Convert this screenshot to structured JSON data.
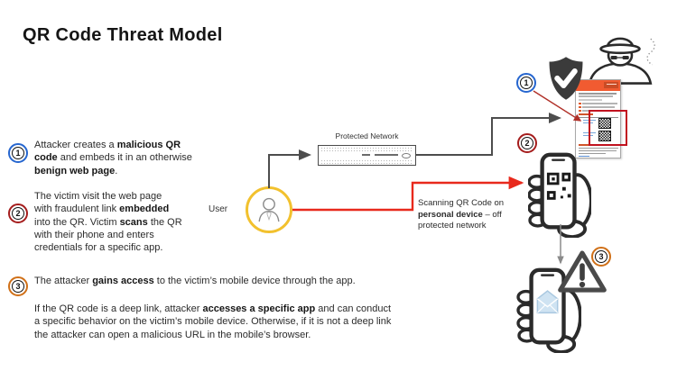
{
  "title": "QR Code Threat Model",
  "colors": {
    "step1_ring": "#2666cf",
    "step2_ring": "#a51d1d",
    "step3_ring": "#d07018",
    "red_path": "#e8291c",
    "gray_arrow": "#4d4d4d",
    "page_header_orange": "#f15b31",
    "qr_highlight_red": "#c1121f",
    "user_ring_yellow": "#f2c12e",
    "shield_gray": "#3b3b3b"
  },
  "steps": [
    {
      "num": "1",
      "lines": [
        [
          {
            "t": "Attacker creates a "
          },
          {
            "t": "malicious QR",
            "b": 1
          }
        ],
        [
          {
            "t": "code",
            "b": 1
          },
          {
            "t": " and embeds it in an otherwise"
          }
        ],
        [
          {
            "t": "benign web page",
            "b": 1
          },
          {
            "t": "."
          }
        ]
      ]
    },
    {
      "num": "2",
      "lines": [
        [
          {
            "t": "The victim visit the web page"
          }
        ],
        [
          {
            "t": "with fraudulent link "
          },
          {
            "t": "embedded",
            "b": 1
          }
        ],
        [
          {
            "t": "into the QR. Victim "
          },
          {
            "t": "scans",
            "b": 1
          },
          {
            "t": " the QR"
          }
        ],
        [
          {
            "t": "with their phone and enters"
          }
        ],
        [
          {
            "t": "credentials for a specific app."
          }
        ]
      ]
    },
    {
      "num": "3",
      "lines": [
        [
          {
            "t": "The attacker "
          },
          {
            "t": "gains access",
            "b": 1
          },
          {
            "t": " to the victim’s mobile device through the app."
          }
        ]
      ]
    }
  ],
  "followup_lines": [
    [
      {
        "t": "If the QR code is a deep link, attacker "
      },
      {
        "t": "accesses a specific app",
        "b": 1
      },
      {
        "t": " and can conduct"
      }
    ],
    [
      {
        "t": "a specific behavior on the victim’s mobile device. Otherwise, if it is not a deep link"
      }
    ],
    [
      {
        "t": "the attacker can open a malicious URL in the mobile’s browser."
      }
    ]
  ],
  "diagram": {
    "user_label": "User",
    "network_label": "Protected Network",
    "scan_note_lines": [
      [
        {
          "t": "Scanning QR Code on"
        }
      ],
      [
        {
          "t": "personal device",
          "b": 1
        },
        {
          "t": " – off"
        }
      ],
      [
        {
          "t": "protected network"
        }
      ]
    ],
    "badges": [
      "1",
      "2",
      "3"
    ]
  },
  "icons": {
    "hacker": "spy-hacker-icon",
    "shield": "shield-check-icon",
    "user": "person-icon",
    "network": "network-appliance",
    "web_page_qr": "qr-code",
    "phone_scan": "hand-phone-qr-icon",
    "phone_compromised": "hand-phone-mail-icon",
    "warning": "warning-triangle-icon"
  }
}
